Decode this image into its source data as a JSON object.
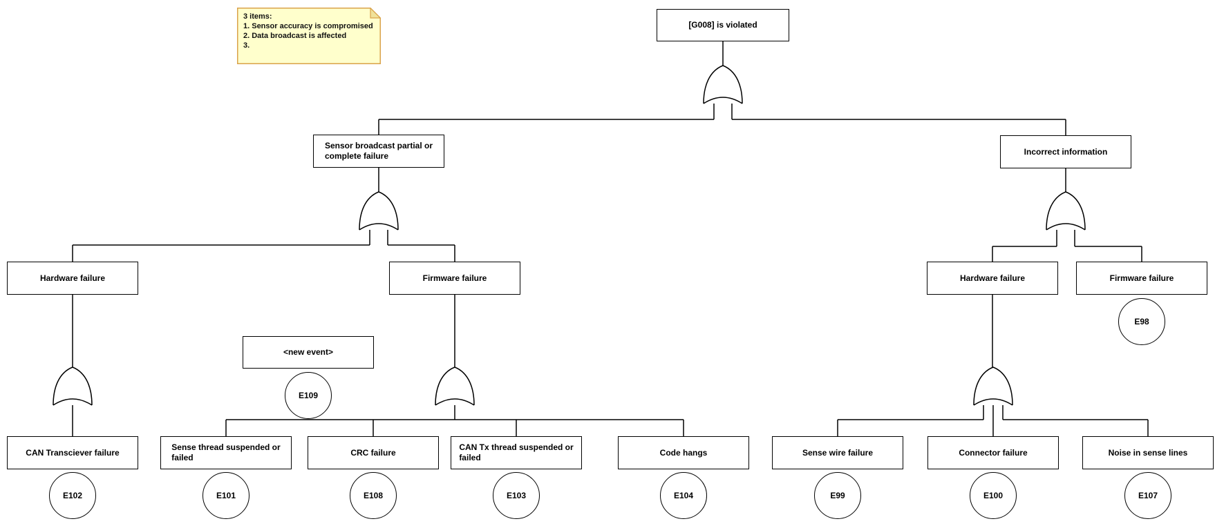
{
  "diagram": {
    "title_node": "[G008] is violated",
    "note": {
      "text": "3 items:\n1. Sensor accuracy is compromised\n2. Data broadcast is affected\n3."
    },
    "nodes": {
      "g008": {
        "label": "[G008] is violated"
      },
      "sensor_broadcast": {
        "label": "Sensor broadcast partial or\ncomplete failure"
      },
      "incorrect_info": {
        "label": "Incorrect information"
      },
      "hw_left": {
        "label": "Hardware failure"
      },
      "fw_left": {
        "label": "Firmware failure"
      },
      "hw_right": {
        "label": "Hardware failure"
      },
      "fw_right": {
        "label": "Firmware failure"
      },
      "new_event": {
        "label": "<new event>"
      },
      "can_transceiver": {
        "label": "CAN Transciever failure"
      },
      "sense_thread": {
        "label": "Sense thread suspended or\nfailed"
      },
      "crc": {
        "label": "CRC failure"
      },
      "can_tx": {
        "label": "CAN Tx thread suspended or\nfailed"
      },
      "code_hangs": {
        "label": "Code hangs"
      },
      "sense_wire": {
        "label": "Sense wire failure"
      },
      "connector": {
        "label": "Connector failure"
      },
      "noise": {
        "label": "Noise in sense lines"
      }
    },
    "events": {
      "e98": {
        "label": "E98"
      },
      "e99": {
        "label": "E99"
      },
      "e100": {
        "label": "E100"
      },
      "e101": {
        "label": "E101"
      },
      "e102": {
        "label": "E102"
      },
      "e103": {
        "label": "E103"
      },
      "e104": {
        "label": "E104"
      },
      "e107": {
        "label": "E107"
      },
      "e108": {
        "label": "E108"
      },
      "e109": {
        "label": "E109"
      }
    },
    "colors": {
      "line": "#000000",
      "box_fill": "#ffffff",
      "note_fill": "#ffffcc",
      "note_border": "#d9a24a",
      "note_fold": "#f0e19a"
    }
  }
}
